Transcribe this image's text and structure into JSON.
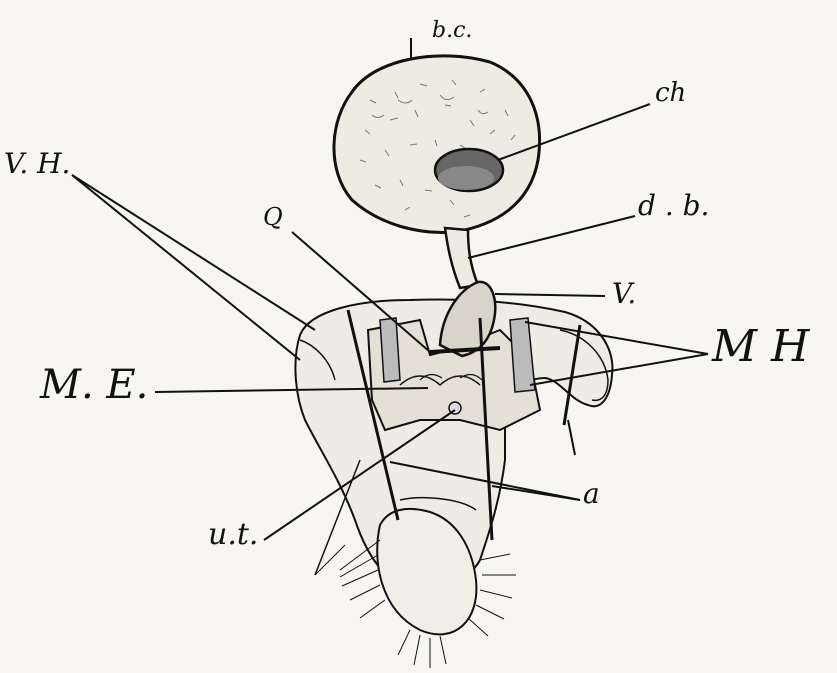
{
  "figure": {
    "labels": {
      "bc": "b.c.",
      "ch": "ch",
      "vh": "V. H.",
      "q": "Q",
      "db": "d . b.",
      "v": "V.",
      "mh": "M H",
      "me": "M. E.",
      "a": "a",
      "ut": "u.t."
    },
    "colors": {
      "ink": "#111111",
      "paper": "#f7f6f2",
      "stipple": "#e9e6dd",
      "shade": "#555555"
    }
  }
}
